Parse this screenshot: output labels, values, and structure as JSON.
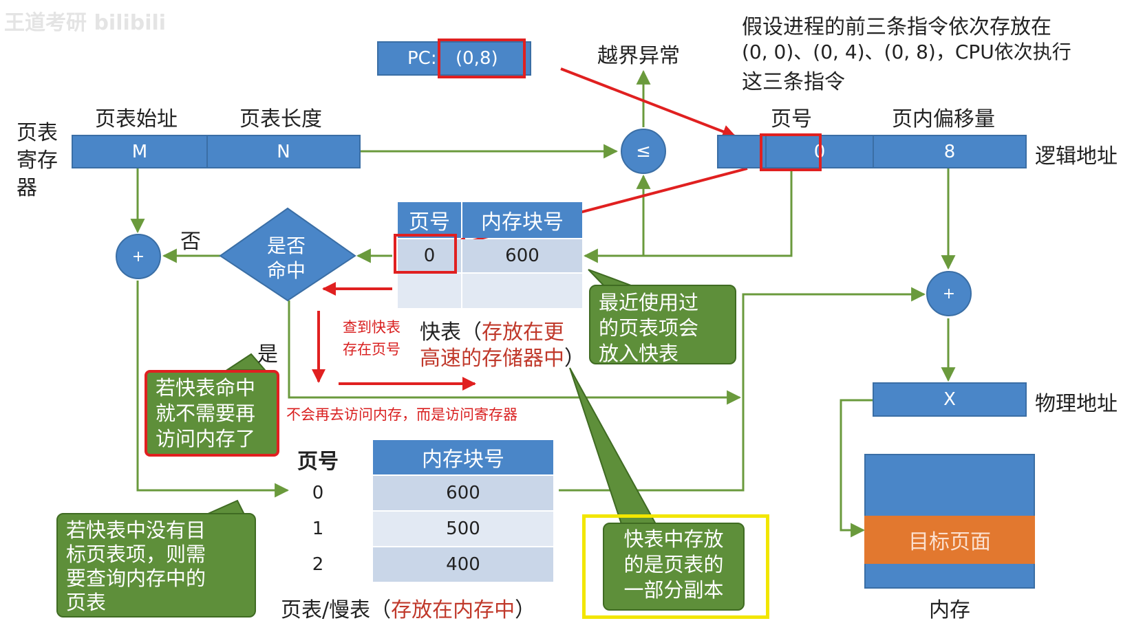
{
  "watermark": "王道考研 bilibili",
  "pc": {
    "label": "PC:",
    "value": "(0,8)"
  },
  "overflow_label": "越界异常",
  "assumption": {
    "line1": "假设进程的前三条指令依次存放在",
    "line2": "(0, 0)、(0, 4)、(0, 8)，CPU依次执行",
    "line3": "这三条指令"
  },
  "ptr": {
    "label": [
      "页表",
      "寄存",
      "器"
    ],
    "start_header": "页表始址",
    "length_header": "页表长度",
    "start_value": "M",
    "length_value": "N"
  },
  "compare_symbol": "≤",
  "logical": {
    "page_header": "页号",
    "offset_header": "页内偏移量",
    "page_value": "0",
    "offset_value": "8",
    "label": "逻辑地址"
  },
  "decision": {
    "line1": "是否",
    "line2": "命中",
    "no_label": "否",
    "yes_label": "是"
  },
  "plus_symbol": "+",
  "tlb": {
    "headers": [
      "页号",
      "内存块号"
    ],
    "rows": [
      [
        "0",
        "600"
      ],
      [
        "",
        ""
      ]
    ],
    "caption_prefix": "快表（",
    "caption_red1": "存放在更",
    "caption_red2": "高速的存储器中",
    "caption_suffix": "）"
  },
  "annot_found": {
    "line1": "查到快表",
    "line2": "存在页号"
  },
  "annot_no_mem": "不会再去访问内存，而是访问寄存器",
  "note_recent": [
    "最近使用过",
    "的页表项会",
    "放入快表"
  ],
  "note_hit": [
    "若快表命中",
    "就不需要再",
    "访问内存了"
  ],
  "note_miss": [
    "若快表中没有目",
    "标页表项，则需",
    "要查询内存中的",
    "页表"
  ],
  "note_copy": [
    "快表中存放",
    "的是页表的",
    "一部分副本"
  ],
  "page_table": {
    "page_header": "页号",
    "block_header": "内存块号",
    "rows": [
      [
        "0",
        "600"
      ],
      [
        "1",
        "500"
      ],
      [
        "2",
        "400"
      ]
    ],
    "caption_prefix": "页表/慢表（",
    "caption_red": "存放在内存中",
    "caption_suffix": "）"
  },
  "physical": {
    "value": "X",
    "label": "物理地址"
  },
  "memory": {
    "target": "目标页面",
    "label": "内存"
  },
  "colors": {
    "blue": "#4a86c8",
    "green": "#5e8f3a",
    "arrow_green": "#6a9a3c",
    "red": "#e02020",
    "orange": "#e2782f",
    "yellow": "#f2e600"
  }
}
